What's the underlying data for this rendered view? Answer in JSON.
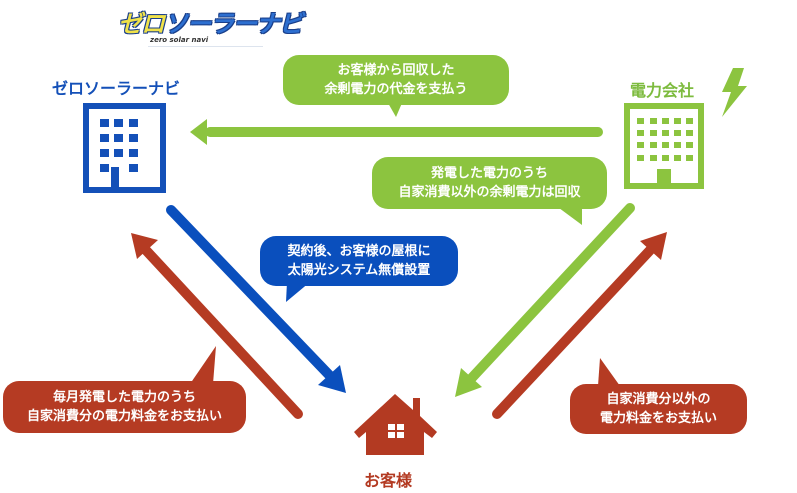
{
  "logo": {
    "title_highlight": "ゼロ",
    "title_rest": "ソーラーナビ",
    "subtitle": "zero solar navi"
  },
  "nodes": {
    "zero_solar_navi": {
      "label": "ゼロソーラーナビ",
      "icon": "office-building-icon",
      "color": "#1450b8"
    },
    "power_company": {
      "label": "電力会社",
      "icon": "office-building-icon",
      "extra_icon": "lightning-bolt-icon",
      "color": "#7dbb3e"
    },
    "customer": {
      "label": "お客様",
      "icon": "house-icon",
      "color": "#b33a22"
    }
  },
  "bubbles": {
    "pay_surplus": {
      "line1": "お客様から回収した",
      "line2": "余剰電力の代金を支払う",
      "color": "#8cc43f"
    },
    "collect_surplus": {
      "line1": "発電した電力のうち",
      "line2": "自家消費以外の余剰電力は回収",
      "color": "#8cc43f"
    },
    "install": {
      "line1": "契約後、お客様の屋根に",
      "line2": "太陽光システム無償設置",
      "color": "#0a4fbd"
    },
    "pay_self_consumption": {
      "line1": "毎月発電した電力のうち",
      "line2": "自家消費分の電力料金をお支払い",
      "color": "#b53b23"
    },
    "pay_other": {
      "line1": "自家消費分以外の",
      "line2": "電力料金をお支払い",
      "color": "#b53b23"
    }
  },
  "arrows": [
    {
      "from": "power_company",
      "to": "zero_solar_navi",
      "color": "#8cc43f"
    },
    {
      "from": "zero_solar_navi",
      "to": "customer",
      "color": "#0a4fbd"
    },
    {
      "from": "customer",
      "to": "zero_solar_navi",
      "color": "#b53b23"
    },
    {
      "from": "power_company",
      "to": "customer",
      "color": "#8cc43f"
    },
    {
      "from": "customer",
      "to": "power_company",
      "color": "#b53b23"
    }
  ]
}
